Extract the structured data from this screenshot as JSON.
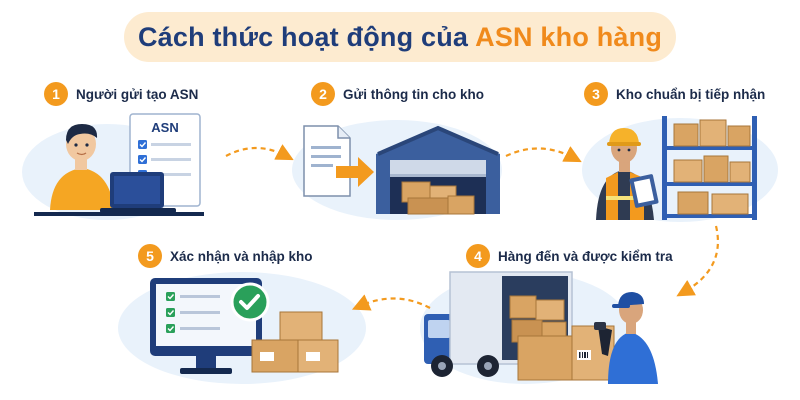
{
  "title": {
    "main": "Cách thức hoạt động của",
    "accent": "ASN kho hàng"
  },
  "steps": [
    {
      "number": "1",
      "label": "Người gửi tạo ASN"
    },
    {
      "number": "2",
      "label": "Gửi thông tin cho kho"
    },
    {
      "number": "3",
      "label": "Kho chuẩn bị tiếp nhận"
    },
    {
      "number": "4",
      "label": "Hàng đến và được kiểm tra"
    },
    {
      "number": "5",
      "label": "Xác nhận và nhập kho"
    }
  ],
  "document_title": "ASN",
  "colors": {
    "title_bg": "#fdebd0",
    "title_text": "#1f3d7a",
    "accent": "#f08a1c",
    "badge": "#f39a1e",
    "arrow": "#f39a1e",
    "backdrop": "#e9f2fb"
  }
}
